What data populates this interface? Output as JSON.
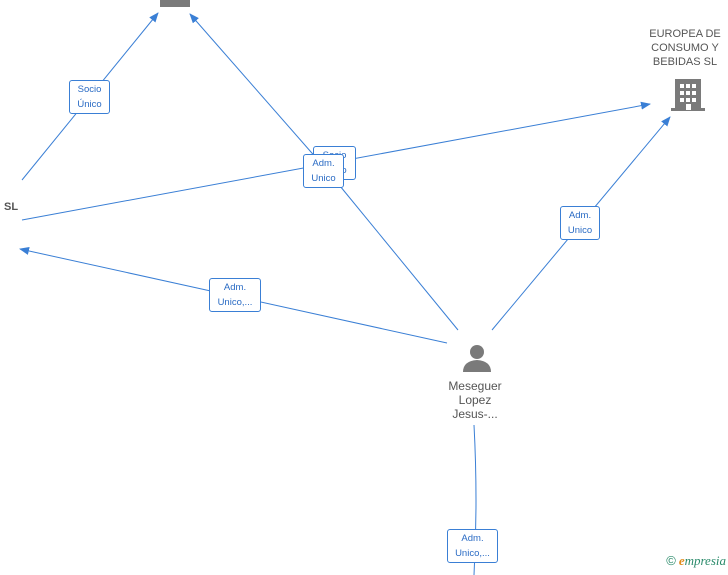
{
  "nodes": {
    "europea": {
      "label_lines": [
        "EUROPEA DE",
        "CONSUMO Y",
        "BEBIDAS  SL"
      ]
    },
    "left_company": {
      "label": "SL"
    },
    "person": {
      "label_lines": [
        "Meseguer",
        "Lopez",
        "Jesus-..."
      ]
    }
  },
  "edge_labels": {
    "socio_unico_top": [
      "Socio",
      "Único"
    ],
    "socio_behind": [
      "Socio",
      "Único"
    ],
    "adm_unico_center": [
      "Adm.",
      "Unico"
    ],
    "adm_unico_right": [
      "Adm.",
      "Unico"
    ],
    "adm_unico_left": [
      "Adm.",
      "Unico,..."
    ],
    "adm_unico_bottom": [
      "Adm.",
      "Unico,..."
    ]
  },
  "brand": {
    "copyright": "©",
    "e_letter": "e",
    "rest": "mpresia"
  },
  "colors": {
    "edge": "#3a7fd5",
    "icon": "#7a7a7a",
    "text": "#555555"
  }
}
